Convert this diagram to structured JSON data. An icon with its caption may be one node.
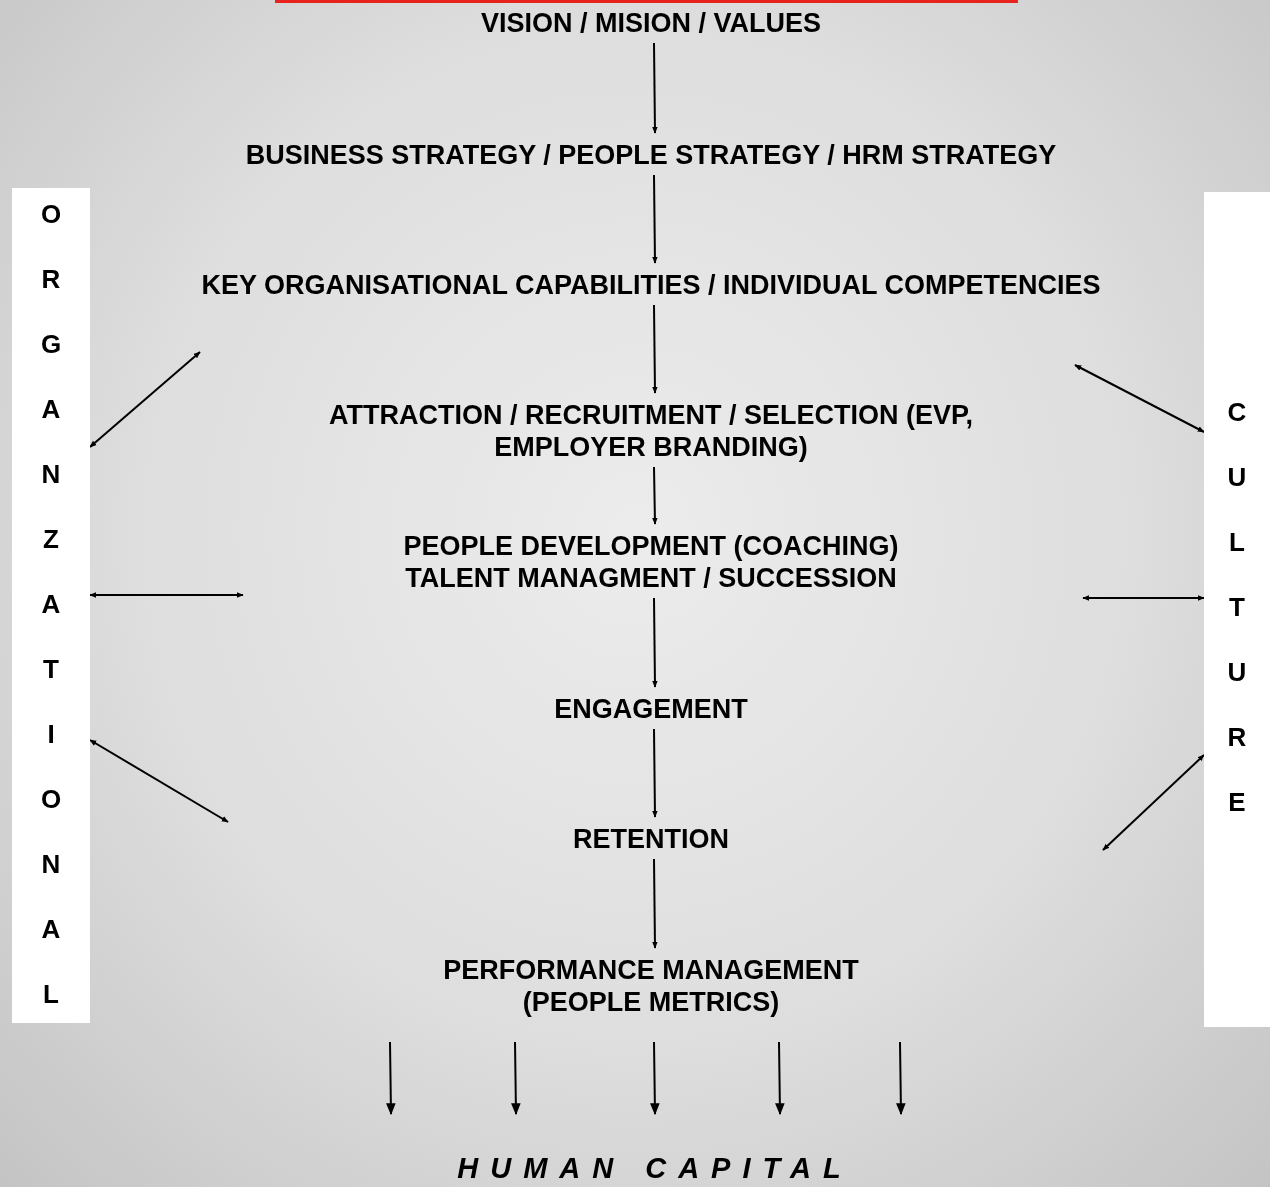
{
  "diagram": {
    "nodes": [
      {
        "text": [
          "VISION / MISION / VALUES"
        ]
      },
      {
        "text": [
          "BUSINESS STRATEGY / PEOPLE STRATEGY / HRM STRATEGY"
        ]
      },
      {
        "text": [
          "KEY ORGANISATIONAL CAPABILITIES / INDIVIDUAL COMPETENCIES"
        ]
      },
      {
        "text": [
          "ATTRACTION / RECRUITMENT / SELECTION (EVP, EMPLOYER BRANDING)"
        ]
      },
      {
        "text": [
          "PEOPLE DEVELOPMENT (COACHING) TALENT MANAGMENT / SUCCESSION"
        ]
      },
      {
        "text": [
          "ENGAGEMENT"
        ]
      },
      {
        "text": [
          "RETENTION"
        ]
      },
      {
        "text": [
          "PERFORMANCE MANAGEMENT (PEOPLE METRICS)"
        ]
      },
      {
        "text": [
          "HUMAN CAPITAL"
        ]
      },
      {
        "text": [
          "ORGANZATIONAL"
        ]
      },
      {
        "text": [
          "CULTURE"
        ]
      }
    ],
    "edges": [
      {
        "from": 0,
        "to": 1,
        "arrow": "to"
      },
      {
        "from": 1,
        "to": 2,
        "arrow": "to"
      },
      {
        "from": 2,
        "to": 3,
        "arrow": "to"
      },
      {
        "from": 3,
        "to": 4,
        "arrow": "to"
      },
      {
        "from": 4,
        "to": 5,
        "arrow": "to"
      },
      {
        "from": 5,
        "to": 6,
        "arrow": "to"
      },
      {
        "from": 6,
        "to": 7,
        "arrow": "to"
      },
      {
        "from": 7,
        "to": 8,
        "arrow": "to"
      },
      {
        "from": 7,
        "to": 8,
        "arrow": "to"
      },
      {
        "from": 7,
        "to": 8,
        "arrow": "to"
      },
      {
        "from": 7,
        "to": 8,
        "arrow": "to"
      },
      {
        "from": 7,
        "to": 8,
        "arrow": "to"
      },
      {
        "from": 9,
        "to": null,
        "arrow": "both"
      },
      {
        "from": 9,
        "to": null,
        "arrow": "both"
      },
      {
        "from": 9,
        "to": null,
        "arrow": "both"
      },
      {
        "from": 10,
        "to": null,
        "arrow": "both"
      },
      {
        "from": 10,
        "to": null,
        "arrow": "both"
      },
      {
        "from": 10,
        "to": null,
        "arrow": "both"
      }
    ]
  }
}
